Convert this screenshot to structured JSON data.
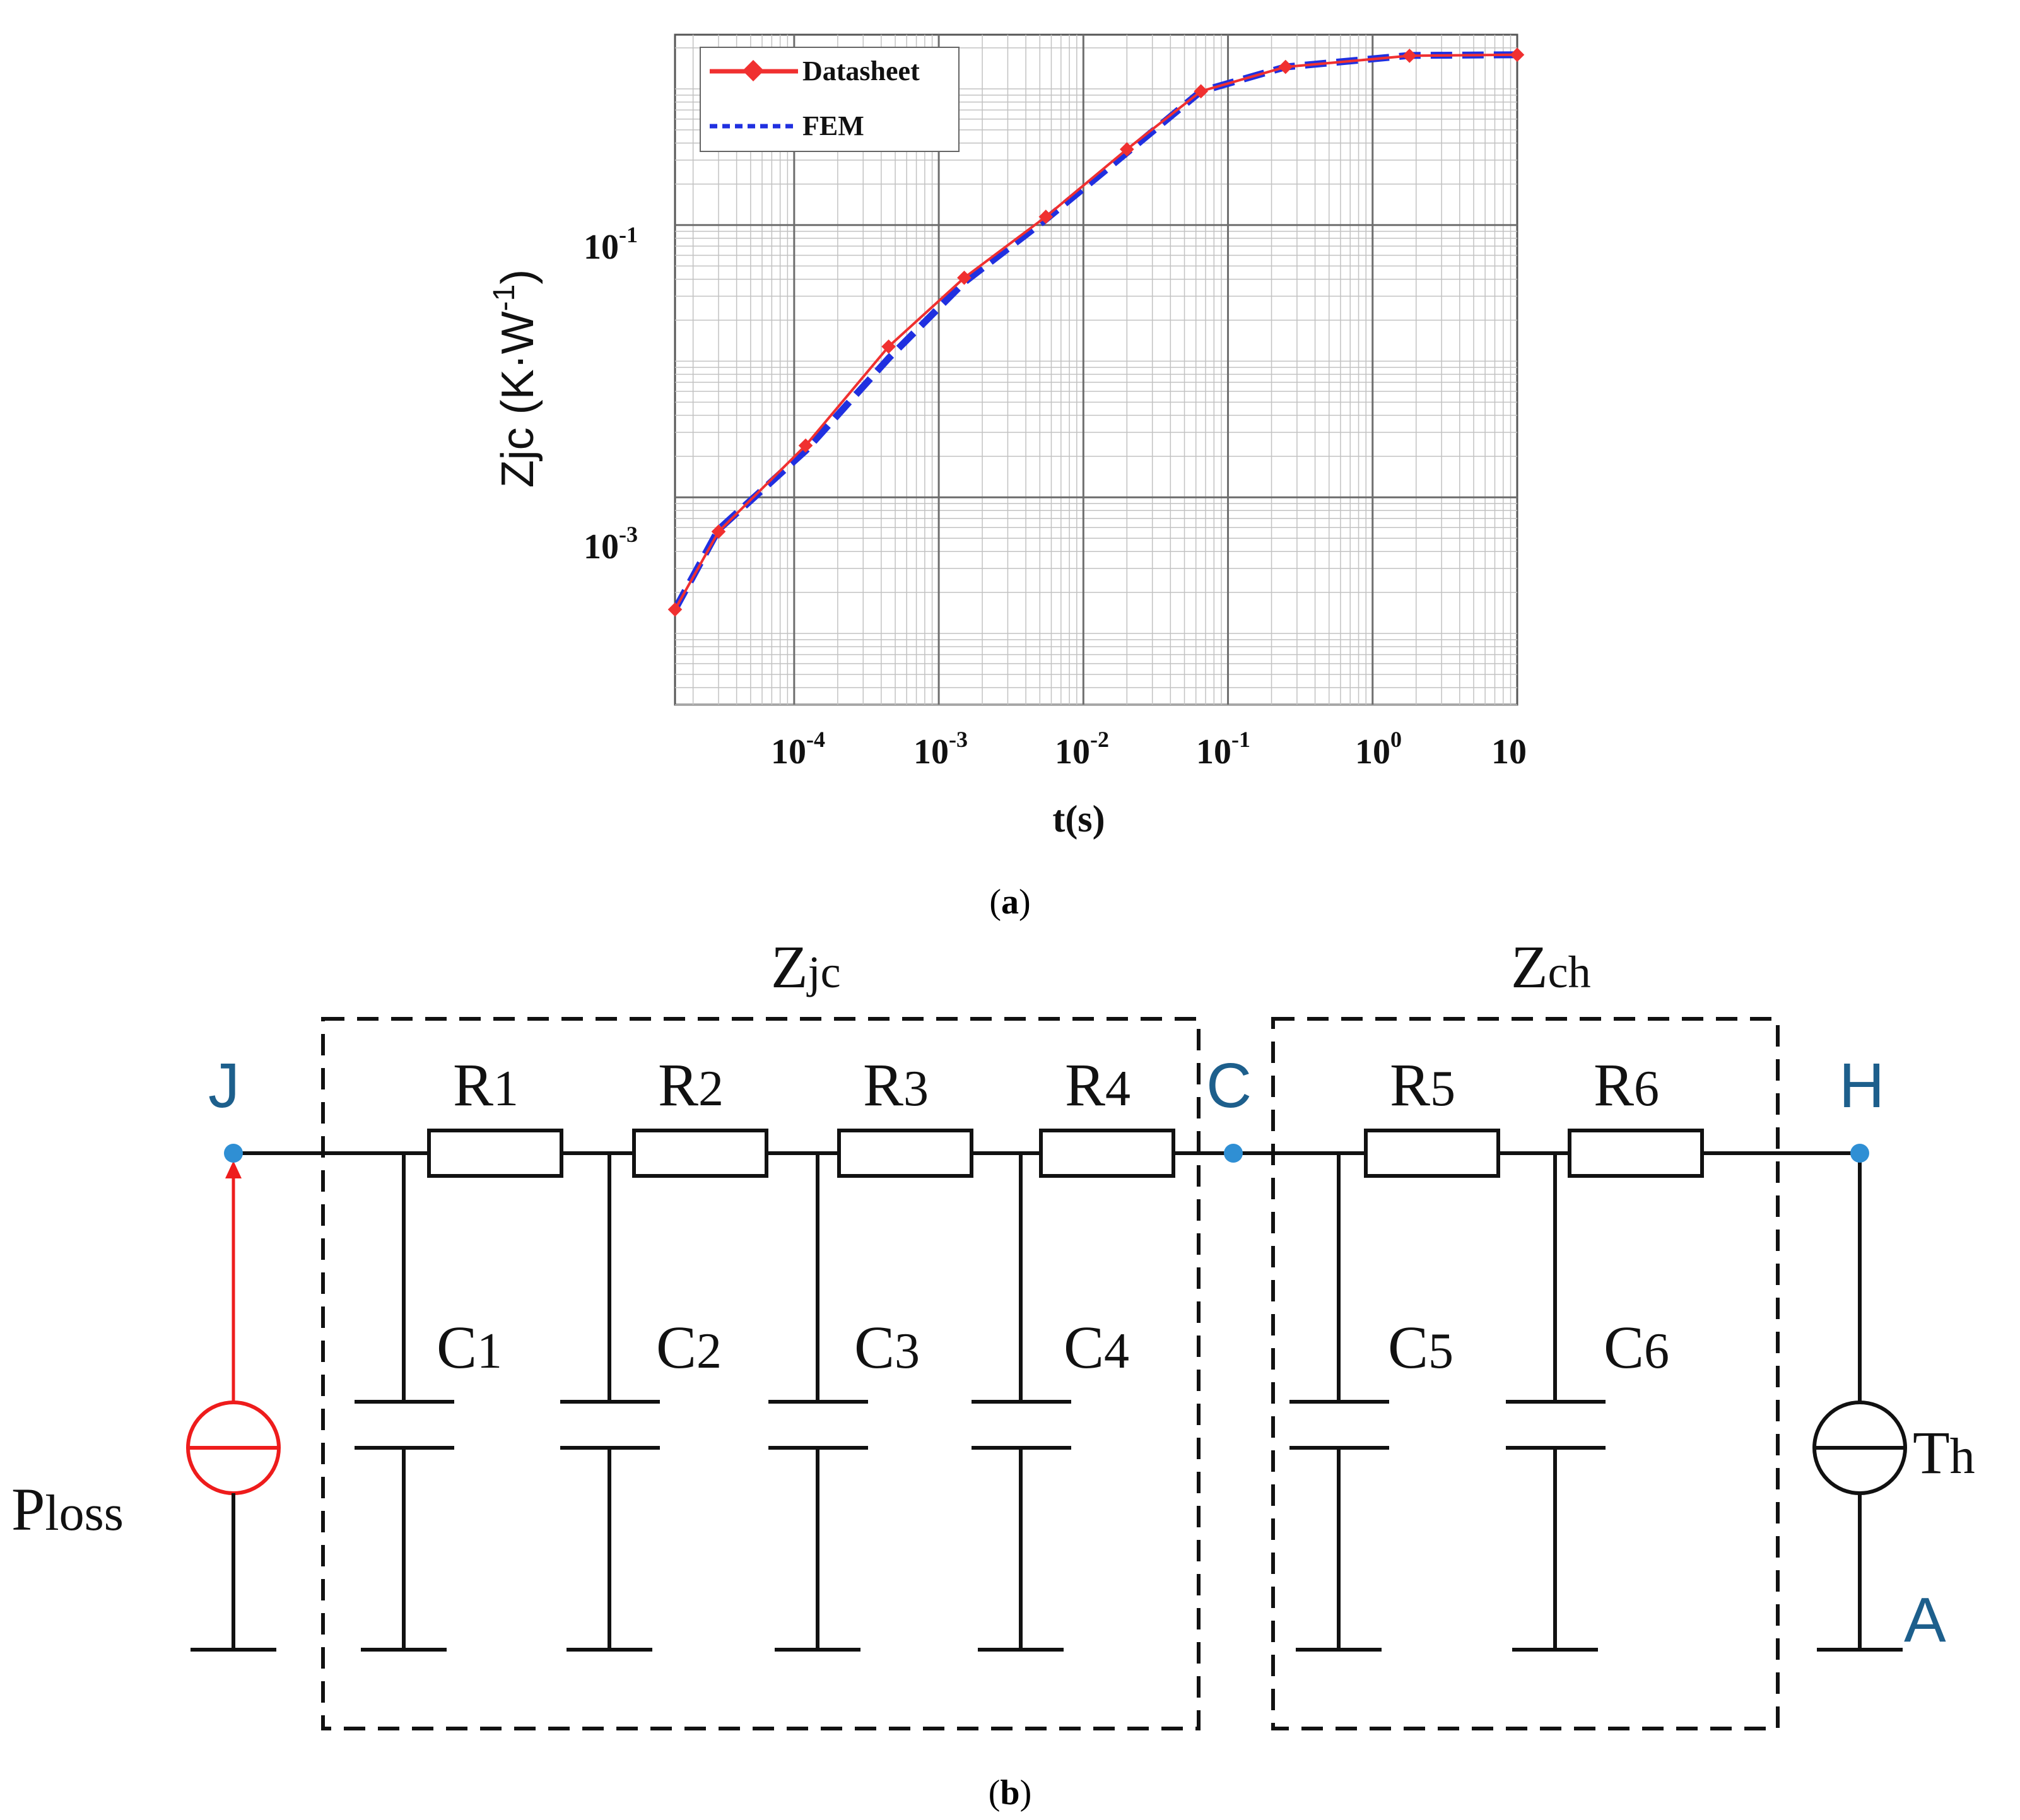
{
  "chart_data": {
    "type": "line",
    "log_x": true,
    "log_y": true,
    "xlabel": "t(s)",
    "ylabel_main": "Zjc (K·W",
    "ylabel_sup": "-1",
    "ylabel_end": ")",
    "xlim": [
      1.5e-05,
      10
    ],
    "ylim": [
      3e-05,
      2.5
    ],
    "x_ticks": [
      {
        "value": 0.0001,
        "base": "10",
        "exp": "-4"
      },
      {
        "value": 0.001,
        "base": "10",
        "exp": "-3"
      },
      {
        "value": 0.01,
        "base": "10",
        "exp": "-2"
      },
      {
        "value": 0.1,
        "base": "10",
        "exp": "-1"
      },
      {
        "value": 1,
        "base": "10",
        "exp": "0"
      },
      {
        "value": 10,
        "base": "10",
        "exp": ""
      }
    ],
    "y_ticks": [
      {
        "value": 0.001,
        "base": "10",
        "exp": "-3"
      },
      {
        "value": 0.1,
        "base": "10",
        "exp": "-1"
      }
    ],
    "grid": true,
    "legend_position": "top-left",
    "series": [
      {
        "name": "Datasheet",
        "color": "#f03030",
        "style": "solid-with-diamond-markers",
        "x": [
          1.5e-05,
          3e-05,
          0.00012,
          0.00045,
          0.0015,
          0.0055,
          0.02,
          0.065,
          0.25,
          1.8,
          10
        ],
        "y": [
          0.00015,
          0.00056,
          0.0024,
          0.0128,
          0.041,
          0.115,
          0.36,
          0.96,
          1.45,
          1.75,
          1.78
        ]
      },
      {
        "name": "FEM",
        "color": "#2030e0",
        "style": "dashed",
        "x": [
          1.5e-05,
          3e-05,
          0.00012,
          0.00045,
          0.0015,
          0.0055,
          0.02,
          0.065,
          0.25,
          1.8,
          10
        ],
        "y": [
          0.00015,
          0.00058,
          0.0022,
          0.0105,
          0.038,
          0.11,
          0.34,
          0.96,
          1.45,
          1.76,
          1.78
        ]
      }
    ]
  },
  "panel_labels": {
    "a": "a",
    "b": "b"
  },
  "circuit": {
    "group_labels": {
      "zjc_main": "Z",
      "zjc_sub": "jc",
      "zch_main": "Z",
      "zch_sub": "ch"
    },
    "nodes": {
      "j": "J",
      "c": "C",
      "h": "H",
      "a": "A"
    },
    "resistors": [
      {
        "main": "R",
        "sub": "1"
      },
      {
        "main": "R",
        "sub": "2"
      },
      {
        "main": "R",
        "sub": "3"
      },
      {
        "main": "R",
        "sub": "4"
      },
      {
        "main": "R",
        "sub": "5"
      },
      {
        "main": "R",
        "sub": "6"
      }
    ],
    "capacitors": [
      {
        "main": "C",
        "sub": "1"
      },
      {
        "main": "C",
        "sub": "2"
      },
      {
        "main": "C",
        "sub": "3"
      },
      {
        "main": "C",
        "sub": "4"
      },
      {
        "main": "C",
        "sub": "5"
      },
      {
        "main": "C",
        "sub": "6"
      }
    ],
    "source_loss": {
      "main": "P",
      "sub": "loss"
    },
    "source_temp": {
      "main": "T",
      "sub": "h"
    },
    "colors": {
      "loss": "#ee1c1c",
      "node": "#1d5f8c",
      "node_dot": "#2f8fd4",
      "wire": "#111111"
    }
  }
}
